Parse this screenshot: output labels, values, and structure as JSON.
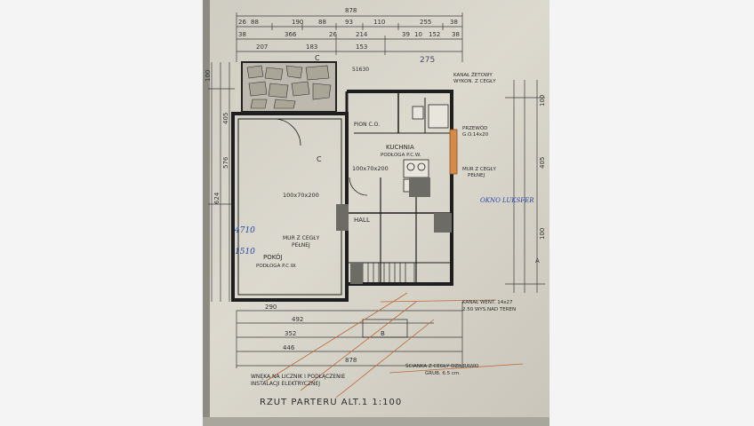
{
  "plan": {
    "title": "RZUT PARTERU ALT.1   1:100",
    "top_dims_row1": [
      "26",
      "88",
      "190",
      "88",
      "93",
      "110",
      "255",
      "38"
    ],
    "top_total": "878",
    "top_dims_row2": [
      "38",
      "366",
      "26",
      "214",
      "39",
      "10",
      "152",
      "38"
    ],
    "top_dims_row3": [
      "207",
      "183",
      "153"
    ],
    "top_annot": "275",
    "right_dims": [
      "100",
      "405",
      "100"
    ],
    "left_dims": [
      "100",
      "405",
      "624",
      "576"
    ],
    "bottom_dims": [
      "290",
      "492",
      "352",
      "446",
      "878"
    ],
    "rooms": {
      "pokoj": "POKÓJ",
      "pokoj_floor": "PODŁOGA P.C.W.",
      "kuchnia": "KUCHNIA",
      "kuchnia_floor": "PODŁOGA P.C.W.",
      "hall": "HALL",
      "room_c": "C",
      "room_b": "B"
    },
    "notes": {
      "kanal_zetowy": "KANAŁ ŻETOWY",
      "kanal_zetowy_2": "WYKON. Z CEGŁY",
      "pion_co": "PION C.O.",
      "przewod": "PRZEWÓD",
      "przewod_2": "G.O.14x20",
      "mur_z_cegly": "MUR Z CEGŁY",
      "mur_z_cegly_2": "PEŁNEJ",
      "mur_left": "MUR Z CEGŁY",
      "mur_left_2": "PEŁNEJ",
      "kanal_went": "KANAŁ WENT. 14x27",
      "kanal_went_2": "2.50 WYS.NAD TEREN",
      "wneka": "WNĘKA NA LICZNIK I PODŁĄCZENIE",
      "wneka_2": "INSTALACJI ELEKTRYCZNEJ",
      "scianka": "ŚCIANKA Z CEGŁY DZIURAWKI",
      "scianka_2": "GRUB. 6.5 cm.",
      "okno": "OKNO LUKSFER",
      "door_100x70x200": "100x70x200",
      "door_100x70x200_b": "100x70x200",
      "win_51630": "51630",
      "size_4710": "4710",
      "size_1510": "1510",
      "sec_a": "A"
    }
  }
}
